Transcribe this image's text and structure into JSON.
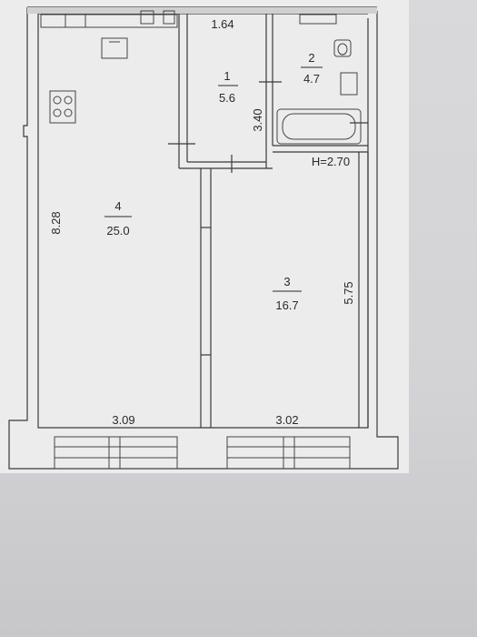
{
  "rooms": [
    {
      "number": "1",
      "area": "5.6"
    },
    {
      "number": "2",
      "area": "4.7"
    },
    {
      "number": "3",
      "area": "16.7"
    },
    {
      "number": "4",
      "area": "25.0"
    }
  ],
  "dimensions": {
    "corridor_width": "1.64",
    "corridor_length": "3.40",
    "room4_length": "8.28",
    "room3_length": "5.75",
    "room4_width": "3.09",
    "room3_width": "3.02"
  },
  "ceiling_height": "H=2.70"
}
